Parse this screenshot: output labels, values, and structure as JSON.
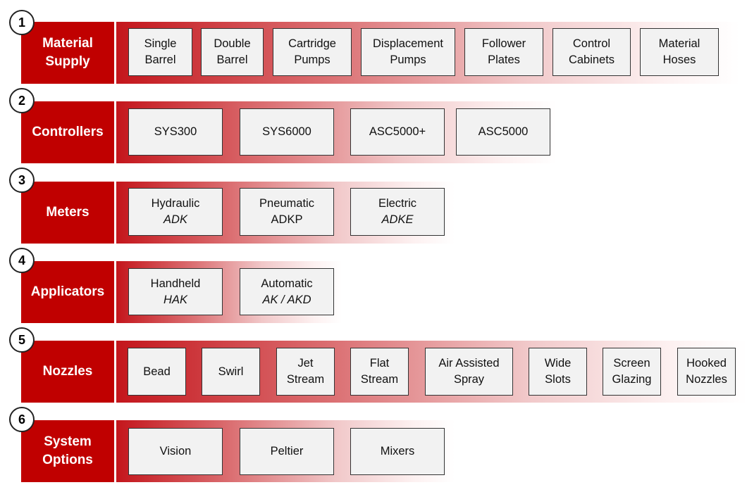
{
  "rows": [
    {
      "number": "1",
      "title_line1": "Material",
      "title_line2": "Supply",
      "items": [
        [
          "Single",
          "Barrel"
        ],
        [
          "Double",
          "Barrel"
        ],
        [
          "Cartridge",
          "Pumps"
        ],
        [
          "Displacement",
          "Pumps"
        ],
        [
          "Follower",
          "Plates"
        ],
        [
          "Control",
          "Cabinets"
        ],
        [
          "Material",
          "Hoses"
        ]
      ]
    },
    {
      "number": "2",
      "title_line1": "Controllers",
      "title_line2": "",
      "items": [
        [
          "SYS300",
          ""
        ],
        [
          "SYS6000",
          ""
        ],
        [
          "ASC5000+",
          ""
        ],
        [
          "ASC5000",
          ""
        ]
      ]
    },
    {
      "number": "3",
      "title_line1": "Meters",
      "title_line2": "",
      "items": [
        [
          "Hydraulic",
          "ADK"
        ],
        [
          "Pneumatic",
          "ADKP"
        ],
        [
          "Electric",
          "ADKE"
        ]
      ]
    },
    {
      "number": "4",
      "title_line1": "Applicators",
      "title_line2": "",
      "items": [
        [
          "Handheld",
          "HAK"
        ],
        [
          "Automatic",
          "AK / AKD"
        ]
      ]
    },
    {
      "number": "5",
      "title_line1": "Nozzles",
      "title_line2": "",
      "items": [
        [
          "Bead",
          ""
        ],
        [
          "Swirl",
          ""
        ],
        [
          "Jet",
          "Stream"
        ],
        [
          "Flat",
          "Stream"
        ],
        [
          "Air Assisted",
          "Spray"
        ],
        [
          "Wide",
          "Slots"
        ],
        [
          "Screen",
          "Glazing"
        ],
        [
          "Hooked",
          "Nozzles"
        ]
      ]
    },
    {
      "number": "6",
      "title_line1": "System",
      "title_line2": "Options",
      "items": [
        [
          "Vision",
          ""
        ],
        [
          "Peltier",
          ""
        ],
        [
          "Mixers",
          ""
        ]
      ]
    }
  ],
  "colors": {
    "accent": "#c00000",
    "box_fill": "#f2f2f2"
  }
}
